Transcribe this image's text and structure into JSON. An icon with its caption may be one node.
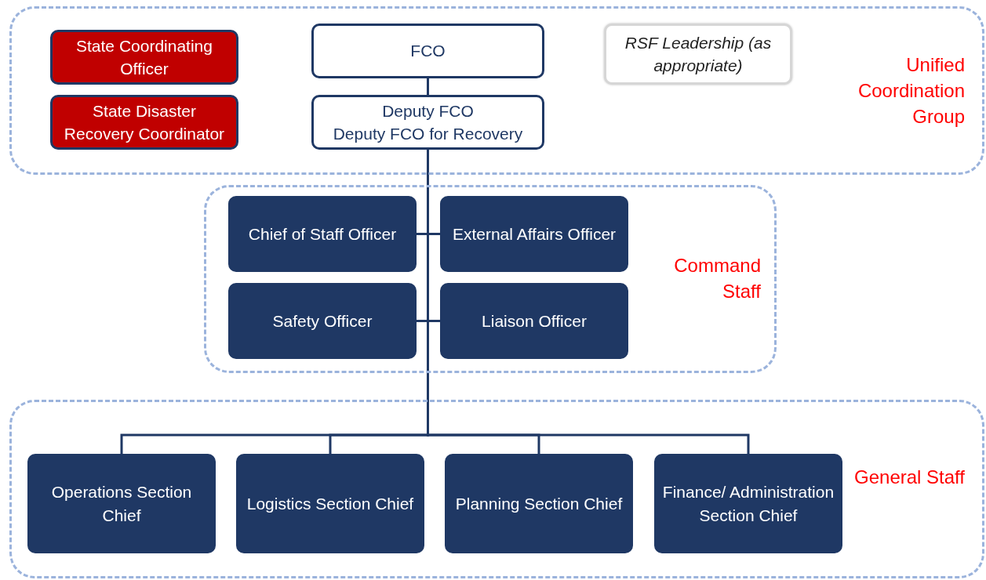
{
  "diagram": {
    "nodes": [
      {
        "text": [
          "Unified Coordination Group"
        ]
      },
      {
        "text": [
          "State Coordinating Officer"
        ],
        "in": 0
      },
      {
        "text": [
          "FCO"
        ],
        "in": 0
      },
      {
        "text": [
          "RSF Leadership (as appropriate)"
        ],
        "in": 0
      },
      {
        "text": [
          "State Disaster Recovery Coordinator"
        ],
        "in": 0
      },
      {
        "text": [
          "Deputy FCO",
          "Deputy FCO for Recovery"
        ],
        "in": 0
      },
      {
        "text": [
          "Command Staff"
        ]
      },
      {
        "text": [
          "Chief of Staff Officer"
        ],
        "in": 6
      },
      {
        "text": [
          "External Affairs Officer"
        ],
        "in": 6
      },
      {
        "text": [
          "Safety Officer"
        ],
        "in": 6
      },
      {
        "text": [
          "Liaison Officer"
        ],
        "in": 6
      },
      {
        "text": [
          "General Staff"
        ]
      },
      {
        "text": [
          "Operations Section Chief"
        ],
        "in": 11
      },
      {
        "text": [
          "Logistics Section Chief"
        ],
        "in": 11
      },
      {
        "text": [
          "Planning Section Chief"
        ],
        "in": 11
      },
      {
        "text": [
          "Finance/ Administration Section Chief"
        ],
        "in": 11
      }
    ],
    "edges": [
      {
        "from": 2,
        "to": 5,
        "arrow": "none"
      },
      {
        "from": 5,
        "to": 7,
        "arrow": "none"
      },
      {
        "from": 5,
        "to": 8,
        "arrow": "none"
      },
      {
        "from": 5,
        "to": 9,
        "arrow": "none"
      },
      {
        "from": 5,
        "to": 10,
        "arrow": "none"
      },
      {
        "from": 5,
        "to": 12,
        "arrow": "none"
      },
      {
        "from": 5,
        "to": 13,
        "arrow": "none"
      },
      {
        "from": 5,
        "to": 14,
        "arrow": "none"
      },
      {
        "from": 5,
        "to": 15,
        "arrow": "none"
      }
    ]
  }
}
